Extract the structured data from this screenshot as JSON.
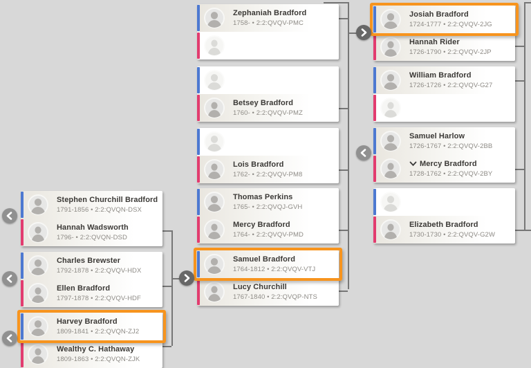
{
  "view": {
    "name": "Family tree landscape view"
  },
  "colors": {
    "accent_highlight": "#F7941E",
    "male_stripe": "#4D79D1",
    "female_stripe": "#E23C6F",
    "background": "#D8D8D8",
    "connector_line": "#767676"
  },
  "glyphs": {
    "expand_arrow": "›",
    "collapse_arrow": "‹",
    "collapse_children": "⌄",
    "separator": "•"
  },
  "columns": [
    {
      "id": "left-column",
      "couples": [
        {
          "persons": [
            {
              "name": "Stephen Churchill Bradford",
              "details": "1791-1856 • 2:2:QVQN-DSX",
              "sex": "male"
            },
            {
              "name": "Hannah Wadsworth",
              "details": "1796- • 2:2:QVQN-DSD",
              "sex": "female"
            }
          ]
        },
        {
          "persons": [
            {
              "name": "Charles Brewster",
              "details": "1792-1878 • 2:2:QVQV-HDX",
              "sex": "male"
            },
            {
              "name": "Ellen Bradford",
              "details": "1797-1878 • 2:2:QVQV-HDF",
              "sex": "female"
            }
          ]
        },
        {
          "persons": [
            {
              "name": "Harvey Bradford",
              "details": "1809-1841 • 2:2:QVQN-ZJ2",
              "sex": "male",
              "highlighted": true
            },
            {
              "name": "Wealthy C. Hathaway",
              "details": "1809-1863 • 2:2:QVQN-ZJK",
              "sex": "female"
            }
          ]
        }
      ]
    },
    {
      "id": "middle-column",
      "couples": [
        {
          "persons": [
            {
              "name": "Zephaniah Bradford",
              "details": "1758- • 2:2:QVQV-PMC",
              "sex": "male"
            },
            {
              "blank": true,
              "sex": "female"
            }
          ]
        },
        {
          "persons": [
            {
              "blank": true,
              "sex": "male"
            },
            {
              "name": "Betsey Bradford",
              "details": "1760- • 2:2:QVQV-PMZ",
              "sex": "female"
            }
          ]
        },
        {
          "persons": [
            {
              "blank": true,
              "sex": "male"
            },
            {
              "name": "Lois Bradford",
              "details": "1762- • 2:2:QVQV-PM8",
              "sex": "female"
            }
          ]
        },
        {
          "persons": [
            {
              "name": "Thomas Perkins",
              "details": "1765- • 2:2:QVQJ-GVH",
              "sex": "male"
            },
            {
              "name": "Mercy Bradford",
              "details": "1764- • 2:2:QVQV-PMD",
              "sex": "female"
            }
          ]
        },
        {
          "persons": [
            {
              "name": "Samuel Bradford",
              "details": "1764-1812 • 2:2:QVQV-VTJ",
              "sex": "male",
              "highlighted": true
            },
            {
              "name": "Lucy Churchill",
              "details": "1767-1840 • 2:2:QVQP-NTS",
              "sex": "female"
            }
          ]
        }
      ]
    },
    {
      "id": "right-column",
      "couples": [
        {
          "persons": [
            {
              "name": "Josiah Bradford",
              "details": "1724-1777 • 2:2:QVQV-2JG",
              "sex": "male",
              "highlighted": true
            },
            {
              "name": "Hannah Rider",
              "details": "1726-1790 • 2:2:QVQV-2JP",
              "sex": "female"
            }
          ]
        },
        {
          "persons": [
            {
              "name": "William Bradford",
              "details": "1726-1726 • 2:2:QVQV-G27",
              "sex": "male"
            },
            {
              "blank": true,
              "sex": "female"
            }
          ]
        },
        {
          "persons": [
            {
              "name": "Samuel Harlow",
              "details": "1726-1767 • 2:2:QVQV-2BB",
              "sex": "male"
            },
            {
              "name": "Mercy Bradford",
              "details": "1728-1762 • 2:2:QVQV-2BY",
              "sex": "female",
              "collapse_indicator": true
            }
          ]
        },
        {
          "persons": [
            {
              "blank": true,
              "sex": "male"
            },
            {
              "name": "Elizabeth Bradford",
              "details": "1730-1730 • 2:2:QVQV-G2W",
              "sex": "female"
            }
          ]
        }
      ]
    }
  ],
  "arrows": [
    {
      "direction": "left",
      "attached_to": "left-column-couple-1"
    },
    {
      "direction": "left",
      "attached_to": "left-column-couple-2"
    },
    {
      "direction": "left",
      "attached_to": "left-column-couple-3"
    },
    {
      "direction": "right",
      "attached_to": "middle-column-couple-5"
    },
    {
      "direction": "right",
      "attached_to": "right-column-couple-1"
    },
    {
      "direction": "left",
      "attached_to": "right-column-couple-3"
    }
  ]
}
